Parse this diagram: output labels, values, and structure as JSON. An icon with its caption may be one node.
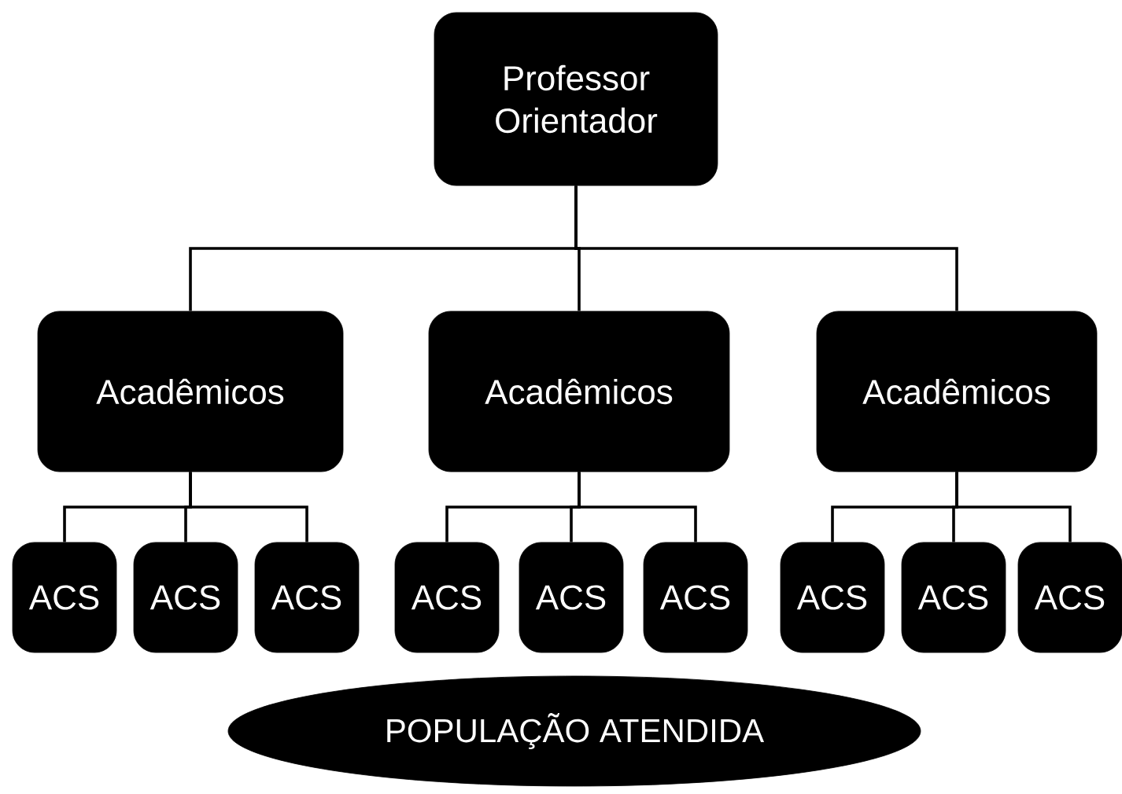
{
  "diagram": {
    "nodes": [
      {
        "text": [
          "Professor Orientador"
        ]
      },
      {
        "text": [
          "Acadêmicos"
        ]
      },
      {
        "text": [
          "Acadêmicos"
        ]
      },
      {
        "text": [
          "Acadêmicos"
        ]
      },
      {
        "text": [
          "ACS"
        ]
      },
      {
        "text": [
          "ACS"
        ]
      },
      {
        "text": [
          "ACS"
        ]
      },
      {
        "text": [
          "ACS"
        ]
      },
      {
        "text": [
          "ACS"
        ]
      },
      {
        "text": [
          "ACS"
        ]
      },
      {
        "text": [
          "ACS"
        ]
      },
      {
        "text": [
          "ACS"
        ]
      },
      {
        "text": [
          "ACS"
        ]
      },
      {
        "text": [
          "POPULAÇÃO ATENDIDA"
        ]
      }
    ],
    "edges": [
      {
        "from": 0,
        "to": 1,
        "arrow": "none"
      },
      {
        "from": 0,
        "to": 2,
        "arrow": "none"
      },
      {
        "from": 0,
        "to": 3,
        "arrow": "none"
      },
      {
        "from": 1,
        "to": 4,
        "arrow": "none"
      },
      {
        "from": 1,
        "to": 5,
        "arrow": "none"
      },
      {
        "from": 1,
        "to": 6,
        "arrow": "none"
      },
      {
        "from": 2,
        "to": 7,
        "arrow": "none"
      },
      {
        "from": 2,
        "to": 8,
        "arrow": "none"
      },
      {
        "from": 2,
        "to": 9,
        "arrow": "none"
      },
      {
        "from": 3,
        "to": 10,
        "arrow": "none"
      },
      {
        "from": 3,
        "to": 11,
        "arrow": "none"
      },
      {
        "from": 3,
        "to": 12,
        "arrow": "none"
      }
    ]
  }
}
